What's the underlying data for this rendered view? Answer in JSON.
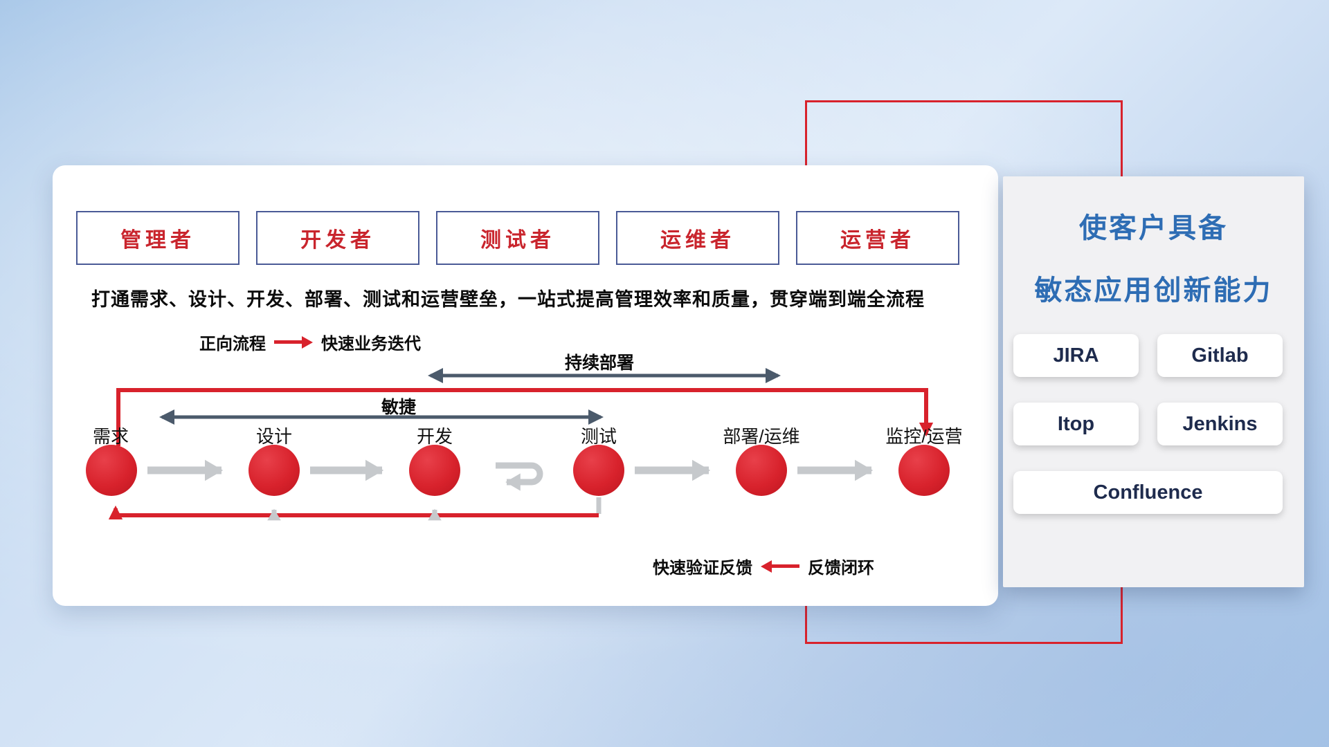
{
  "roles": [
    "管理者",
    "开发者",
    "测试者",
    "运维者",
    "运营者"
  ],
  "diagram": {
    "subtitle": "打通需求、设计、开发、部署、测试和运营壁垒，一站式提高管理效率和质量，贯穿端到端全流程",
    "forward_legend": {
      "label": "正向流程",
      "desc": "快速业务迭代"
    },
    "feedback_legend": {
      "desc": "快速验证反馈",
      "label": "反馈闭环"
    },
    "agile_label": "敏捷",
    "continuous_deploy_label": "持续部署",
    "nodes": [
      "需求",
      "设计",
      "开发",
      "测试",
      "部署/运维",
      "监控/运营"
    ]
  },
  "panel": {
    "title_line1": "使客户具备",
    "title_line2": "敏态应用创新能力",
    "tools": [
      "JIRA",
      "Gitlab",
      "Itop",
      "Jenkins",
      "Confluence"
    ]
  },
  "colors": {
    "red": "#d8222c",
    "title_blue": "#2e6db4",
    "dark_arrow": "#4b5a6b",
    "flow_gray": "#c6c9cc"
  }
}
